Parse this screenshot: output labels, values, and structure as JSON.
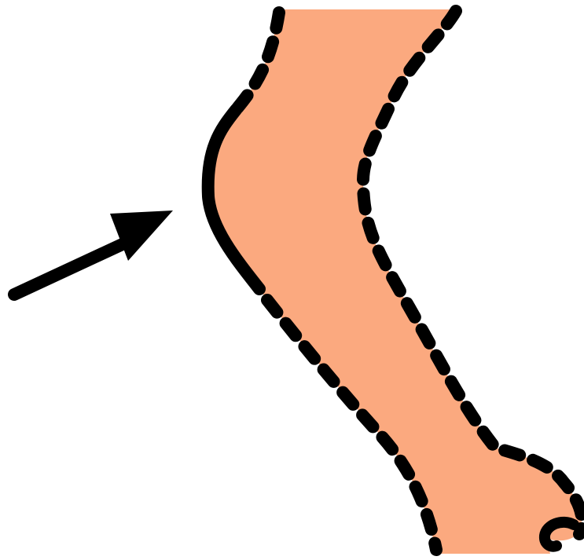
{
  "diagram": {
    "subject": "lower-leg-outline",
    "colors": {
      "skin_fill": "#FBA97F",
      "outline": "#000000",
      "background": "#FFFFFF"
    },
    "elements": [
      {
        "name": "leg-shape",
        "style": "filled"
      },
      {
        "name": "highlighted-edge",
        "style": "solid"
      },
      {
        "name": "other-edges",
        "style": "dashed"
      },
      {
        "name": "pointer-arrow",
        "icon": "arrow-icon"
      }
    ]
  }
}
